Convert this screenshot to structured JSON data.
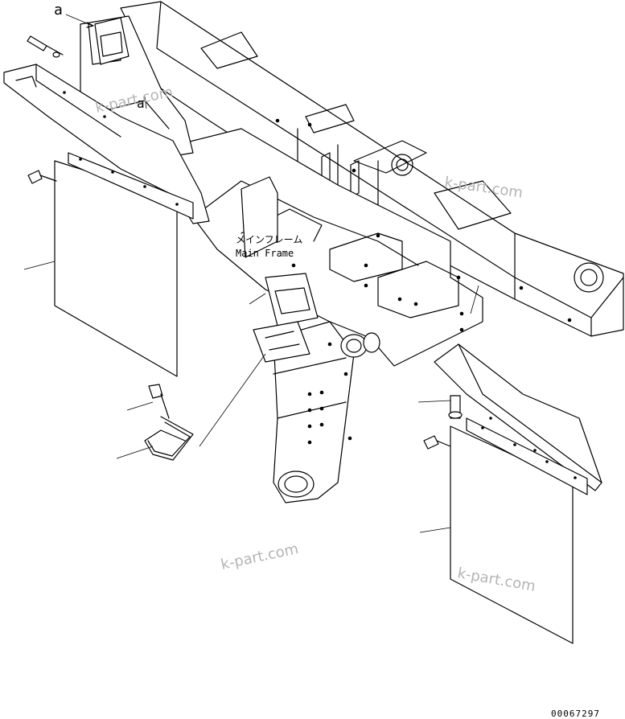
{
  "reference_letters": [
    "a",
    "a"
  ],
  "main_frame_label": {
    "japanese": "メインフレーム",
    "english": "Main Frame"
  },
  "watermarks": [
    "k-part.com",
    "k-part.com",
    "k-part.com",
    "k-part.com"
  ],
  "drawing_number": "00067297"
}
